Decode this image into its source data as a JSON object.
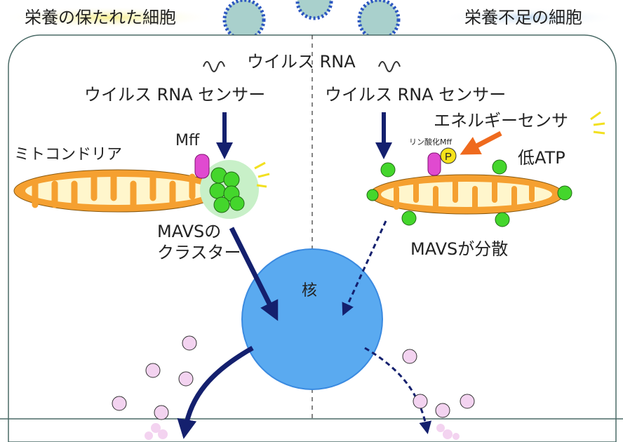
{
  "labels": {
    "left_cell": "栄養の保たれた細胞",
    "right_cell": "栄養不足の細胞",
    "viral_rna": "ウイルス RNA",
    "sensor_left": "ウイルス RNA センサー",
    "sensor_right": "ウイルス RNA センサー",
    "energy_sensor": "エネルギーセンサ",
    "phospho_mff": "リン酸化Mff",
    "phospho_mark": "P",
    "low_atp": "低ATP",
    "mitochondria": "ミトコンドリア",
    "mff": "Mff",
    "mavs_cluster_1": "MAVSの",
    "mavs_cluster_2": "クラスター",
    "mavs_dispersed": "MAVSが分散",
    "nucleus": "核"
  },
  "colors": {
    "arrow": "#14206e",
    "energy_arrow": "#ef6a1e",
    "mito_outer": "#f5a030",
    "mito_inner": "#fff6cc",
    "mavs": "#44d62c",
    "mff": "#e04ad0",
    "nucleus": "#5aaaf0",
    "vesicle": "#f3d3f0"
  }
}
